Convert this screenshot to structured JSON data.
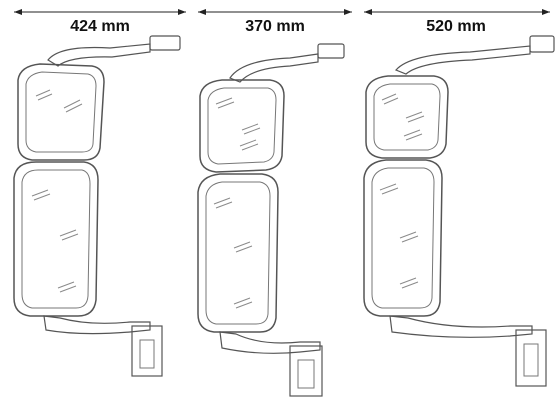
{
  "mirrors": [
    {
      "id": "mirror-1",
      "width_label": "424 mm"
    },
    {
      "id": "mirror-2",
      "width_label": "370 mm"
    },
    {
      "id": "mirror-3",
      "width_label": "520 mm"
    }
  ],
  "colors": {
    "line": "#555555",
    "glass_hatch": "#8a8a8a",
    "label": "#111111"
  }
}
